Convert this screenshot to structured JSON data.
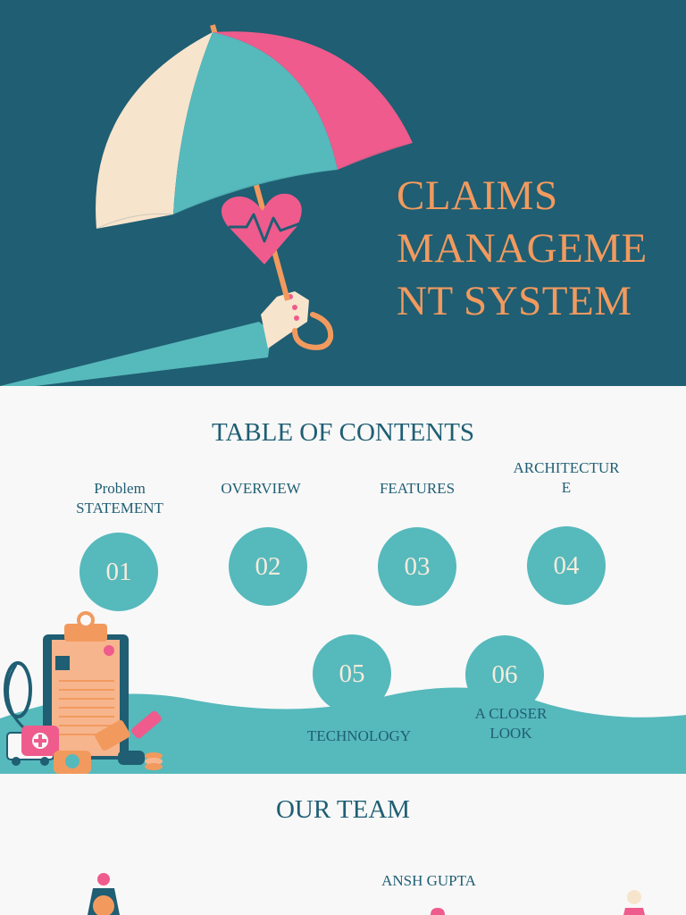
{
  "title_slide": {
    "title_lines": [
      "CLAIMS",
      "MANAGEME",
      "NT SYSTEM"
    ]
  },
  "toc_slide": {
    "heading": "TABLE OF CONTENTS",
    "items": [
      {
        "number": "01",
        "label_lines": [
          "Problem",
          "STATEMENT"
        ]
      },
      {
        "number": "02",
        "label_lines": [
          "OVERVIEW"
        ]
      },
      {
        "number": "03",
        "label_lines": [
          "FEATURES"
        ]
      },
      {
        "number": "04",
        "label_lines": [
          "ARCHITECTUR",
          "E"
        ]
      },
      {
        "number": "05",
        "label_lines": [
          "TECHNOLOGY"
        ]
      },
      {
        "number": "06",
        "label_lines": [
          "A CLOSER",
          "LOOK"
        ]
      }
    ]
  },
  "team_slide": {
    "heading": "OUR TEAM",
    "member_name": "ANSH GUPTA"
  },
  "colors": {
    "navy": "#1f5e73",
    "teal": "#56b9bc",
    "pink": "#ef5b8c",
    "cream": "#f7e4cc",
    "orange": "#f29a5e"
  },
  "icons": [
    "umbrella-icon",
    "heart-pulse-icon",
    "clipboard-icon",
    "stethoscope-icon",
    "ambulance-icon",
    "first-aid-kit-icon",
    "pills-icon",
    "coins-icon"
  ]
}
